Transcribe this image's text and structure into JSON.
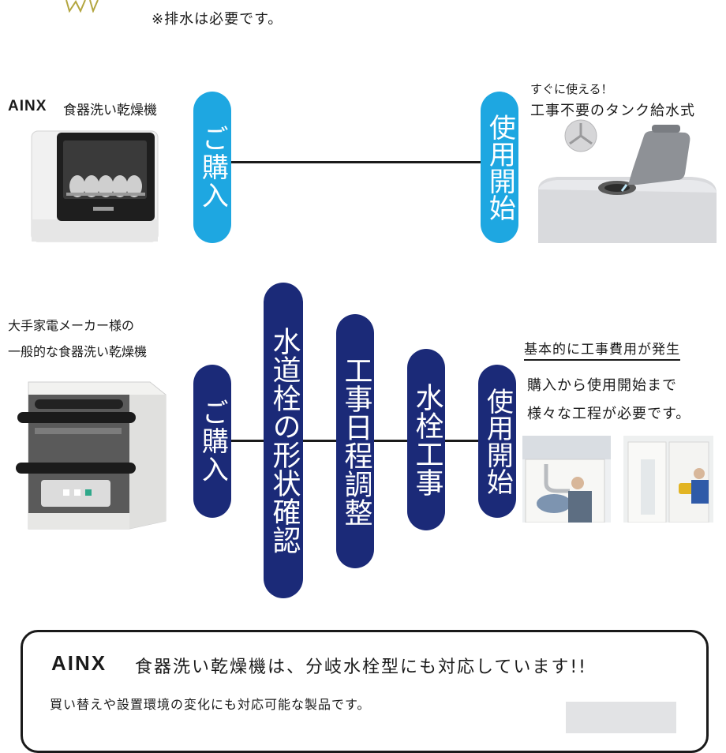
{
  "top_note": "※排水は必要です。",
  "section1": {
    "brand_logo": "AINX",
    "product_label": "食器洗い乾燥機",
    "purchase_pill": "ご購入",
    "start_pill": "使用開始",
    "right_caption_line1": "すぐに使える！",
    "right_caption_line2": "工事不要のタンク給水式"
  },
  "section2": {
    "left_caption_line1": "大手家電メーカー様の",
    "left_caption_line2": "一般的な食器洗い乾燥機",
    "purchase_pill": "ご購入",
    "step1_pill": "水道栓の形状確認",
    "step2_pill": "工事日程調整",
    "step3_pill": "水栓工事",
    "start_pill": "使用開始",
    "right_heading": "基本的に工事費用が発生",
    "right_desc_line1": "購入から使用開始まで",
    "right_desc_line2": "様々な工程が必要です。"
  },
  "card": {
    "brand_logo": "AINX",
    "headline": "食器洗い乾燥機は、分岐水栓型にも対応しています!!",
    "subtext": "買い替えや設置環境の変化にも対応可能な製品です。"
  },
  "colors": {
    "cyan": "#1ea7e1",
    "navy": "#1b2a78"
  }
}
